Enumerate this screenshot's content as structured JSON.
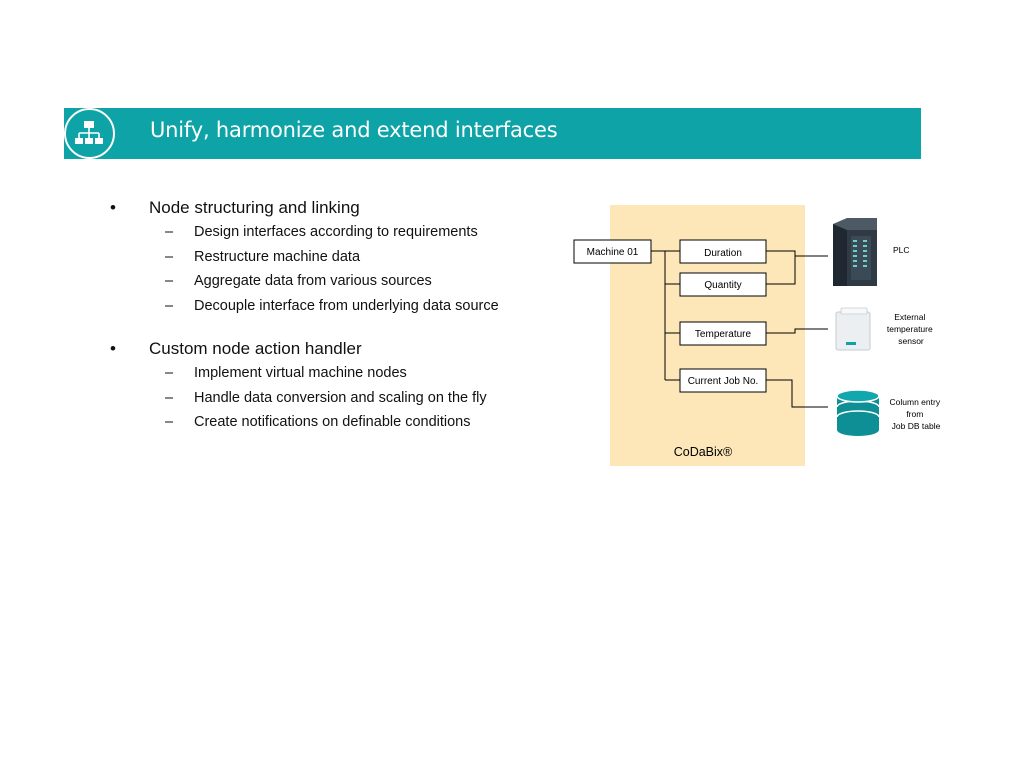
{
  "header": {
    "title": "Unify, harmonize and extend interfaces",
    "icon": "hierarchy-icon"
  },
  "sections": [
    {
      "title": "Node structuring and linking",
      "items": [
        "Design interfaces according to requirements",
        "Restructure machine data",
        "Aggregate data from various sources",
        "Decouple interface from underlying data source"
      ]
    },
    {
      "title": "Custom node action handler",
      "items": [
        "Implement virtual machine nodes",
        "Handle data conversion and scaling on the fly",
        "Create notifications on definable conditions"
      ]
    }
  ],
  "diagram": {
    "root": "Machine 01",
    "nodes": [
      "Duration",
      "Quantity",
      "Temperature",
      "Current Job No."
    ],
    "product": "CoDaBix®",
    "sources": {
      "plc": "PLC",
      "sensor": [
        "External",
        "temperature",
        "sensor"
      ],
      "db": [
        "Column entry",
        "from",
        "Job DB table"
      ]
    },
    "colors": {
      "banner": "#0ea3a6",
      "panel": "#fde7b9",
      "plc": "#2f3a44",
      "db": "#0e8f96"
    }
  }
}
